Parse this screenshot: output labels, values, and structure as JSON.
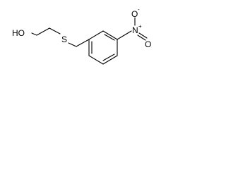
{
  "molecule": {
    "atoms": {
      "hydroxyl": "HO",
      "sulfur": "S",
      "nitro_nitrogen": "N",
      "nitro_oxygen": "O",
      "positive_charge": "+",
      "negative_charge": "-"
    },
    "colors": {
      "background": "#ffffff",
      "ink": "#000000"
    }
  }
}
